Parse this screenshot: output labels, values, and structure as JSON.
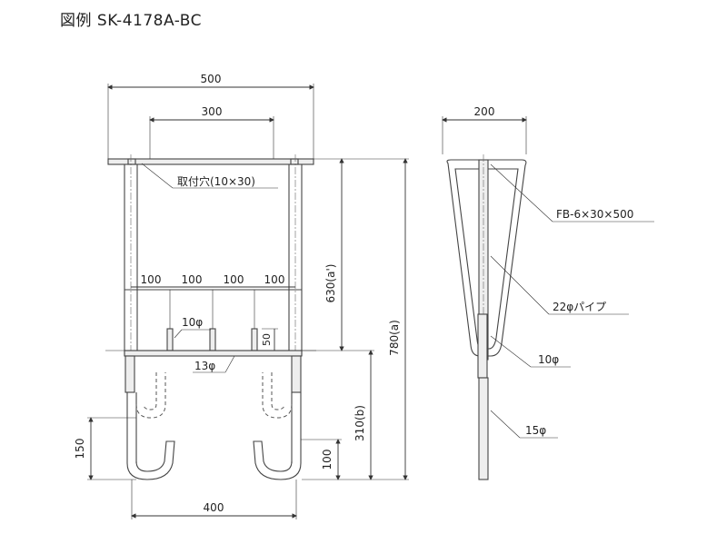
{
  "title": "図例 SK-4178A-BC",
  "dims": {
    "w500": "500",
    "w300": "300",
    "w200": "200",
    "w400": "400",
    "sp1": "100",
    "sp2": "100",
    "sp3": "100",
    "sp4": "100",
    "h630": "630(a')",
    "h780": "780(a)",
    "h310": "310(b)",
    "h150": "150",
    "h100": "100",
    "h50": "50"
  },
  "labels": {
    "mount_hole": "取付穴(10×30)",
    "rod10_front": "10φ",
    "rod13": "13φ",
    "flat_bar": "FB-6×30×500",
    "pipe22": "22φパイプ",
    "rod10_side": "10φ",
    "rod15": "15φ"
  }
}
